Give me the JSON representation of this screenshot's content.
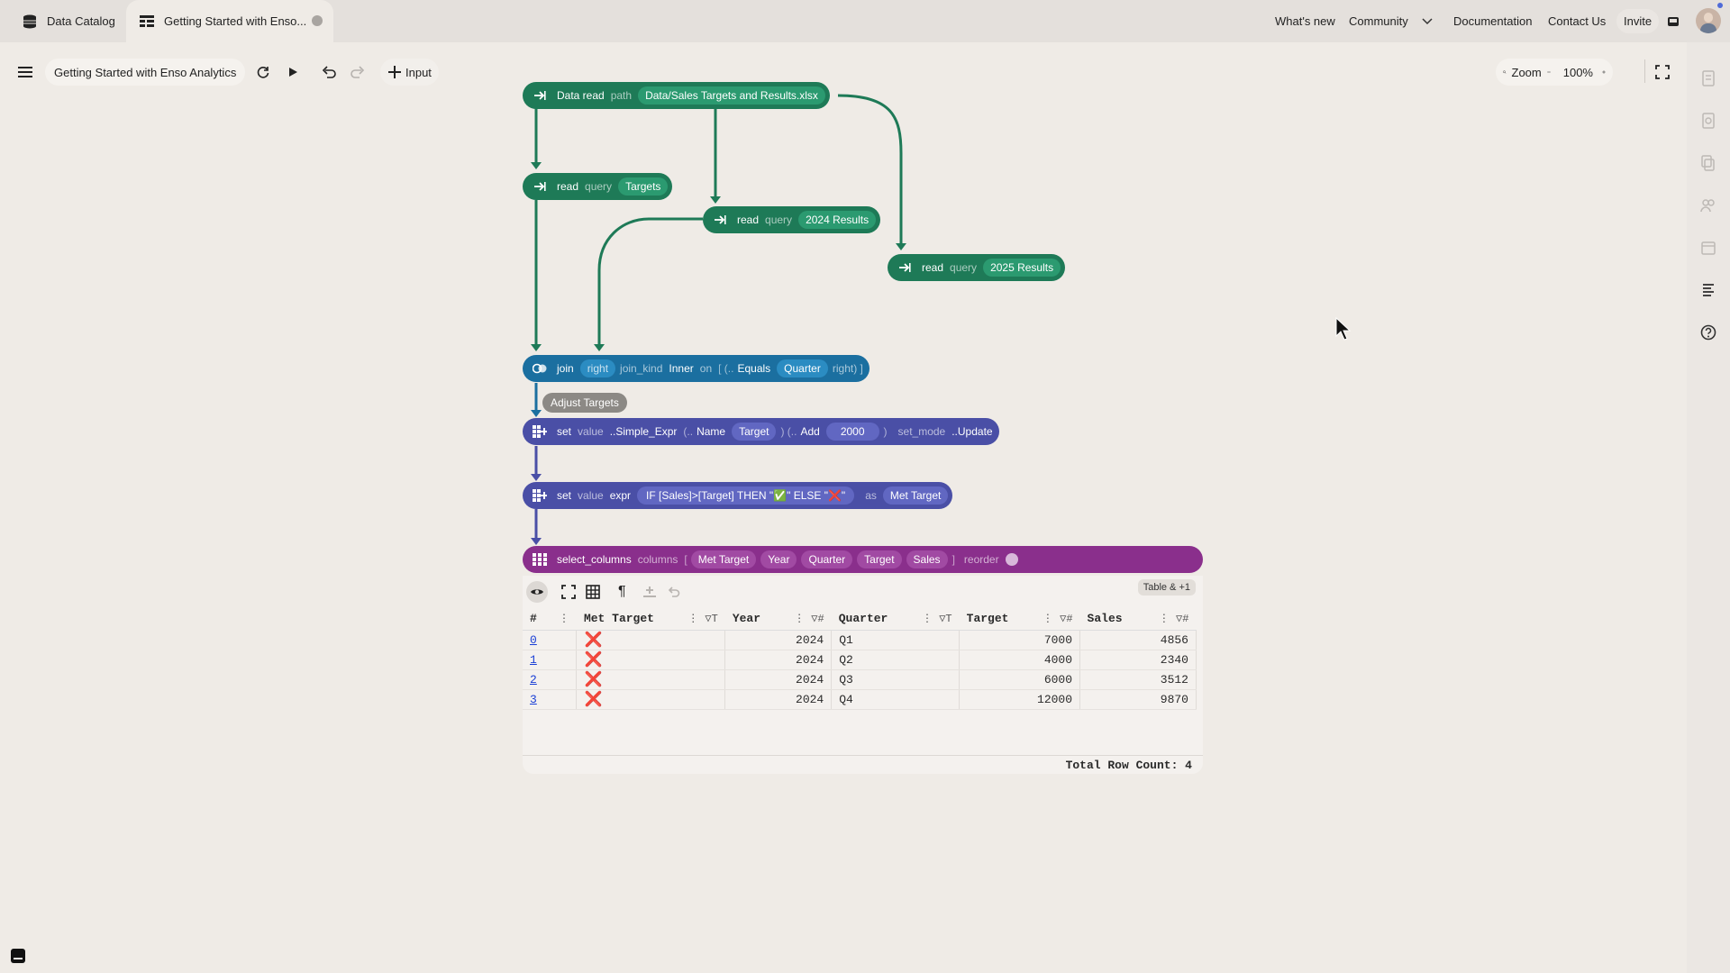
{
  "tabs": [
    {
      "label": "Data Catalog"
    },
    {
      "label": "Getting Started with Enso..."
    }
  ],
  "topnav": {
    "whats_new": "What's new",
    "community": "Community",
    "documentation": "Documentation",
    "contact": "Contact Us",
    "invite": "Invite"
  },
  "toolbar": {
    "project_name": "Getting Started with Enso Analytics",
    "input_label": "Input",
    "zoom_label": "Zoom",
    "zoom_value": "100%"
  },
  "nodes": {
    "data_read": {
      "name": "Data read",
      "arg": "path",
      "value": "Data/Sales Targets and Results.xlsx"
    },
    "read_targets": {
      "name": "read",
      "arg": "query",
      "value": "Targets"
    },
    "read_2024": {
      "name": "read",
      "arg": "query",
      "value": "2024 Results"
    },
    "read_2025": {
      "name": "read",
      "arg": "query",
      "value": "2025 Results"
    },
    "join": {
      "name": "join",
      "arg_right": "right",
      "arg_kind": "join_kind",
      "kind": "Inner",
      "arg_on": "on",
      "bracket_open": "[ (..",
      "equals": "Equals",
      "quarter": "Quarter",
      "tail": "right) ]"
    },
    "comment": "Adjust Targets",
    "set1": {
      "name": "set",
      "arg_value": "value",
      "expr_type": "..Simple_Expr",
      "paren1": "(..",
      "name_kw": "Name",
      "target": "Target",
      "paren2": ") (..",
      "add": "Add",
      "num": "2000",
      "close": ")",
      "arg_mode": "set_mode",
      "mode": "..Update"
    },
    "set2": {
      "name": "set",
      "arg_value": "value",
      "arg_expr": "expr",
      "expr_pre": "IF [Sales]>[Target] THEN \"",
      "check": "✅",
      "expr_mid": "\" ELSE \"",
      "cross": "❌",
      "expr_post": "\"",
      "arg_as": "as",
      "as_value": "Met Target"
    },
    "select": {
      "name": "select_columns",
      "arg": "columns",
      "open": "[",
      "cols": [
        "Met Target",
        "Year",
        "Quarter",
        "Target",
        "Sales"
      ],
      "close": "]",
      "arg_reorder": "reorder"
    }
  },
  "viz": {
    "badge": "Table & +1",
    "headers": [
      "#",
      "Met Target",
      "Year",
      "Quarter",
      "Target",
      "Sales"
    ],
    "rows": [
      {
        "idx": "0",
        "met": "❌",
        "year": "2024",
        "quarter": "Q1",
        "target": "7000",
        "sales": "4856"
      },
      {
        "idx": "1",
        "met": "❌",
        "year": "2024",
        "quarter": "Q2",
        "target": "4000",
        "sales": "2340"
      },
      {
        "idx": "2",
        "met": "❌",
        "year": "2024",
        "quarter": "Q3",
        "target": "6000",
        "sales": "3512"
      },
      {
        "idx": "3",
        "met": "❌",
        "year": "2024",
        "quarter": "Q4",
        "target": "12000",
        "sales": "9870"
      }
    ],
    "footer": "Total Row Count: 4"
  },
  "colors": {
    "green": "#1e7a57",
    "blue": "#1b6fa0",
    "indigo": "#4a4fa6",
    "purple": "#8a2f8c"
  }
}
